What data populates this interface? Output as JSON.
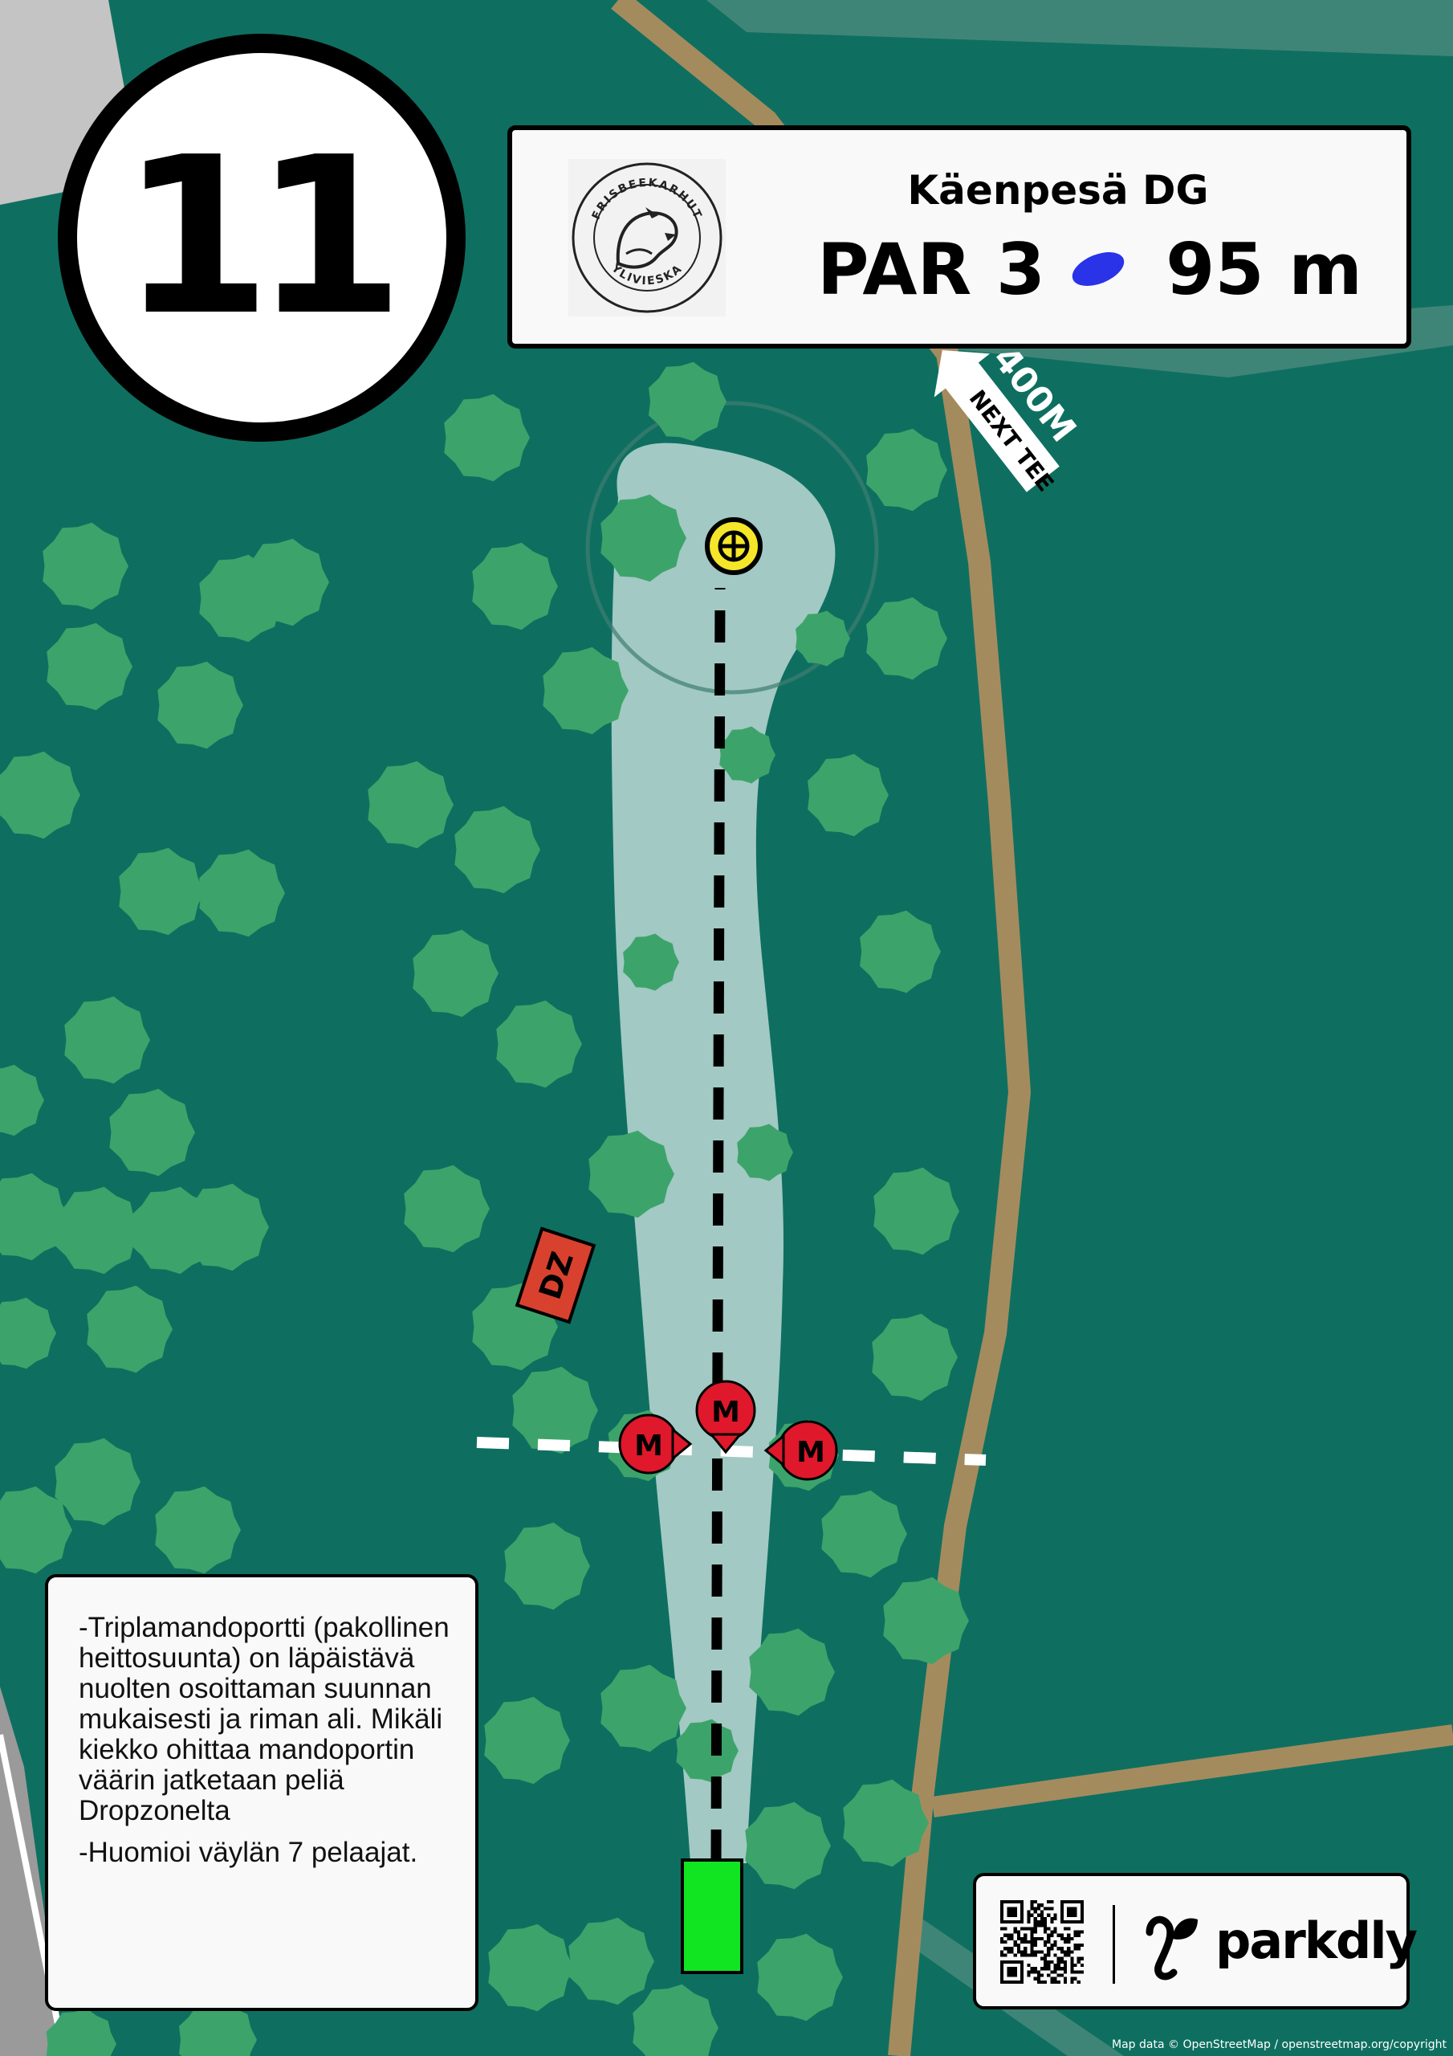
{
  "hole": {
    "number": "11"
  },
  "course": {
    "name": "Käenpesä DG",
    "par": "PAR 3",
    "distance": "95 m",
    "logo_text_top": "FRISBEEKARHUT",
    "logo_text_bottom": "YLIVIESKA"
  },
  "next_tee": {
    "label": "NEXT TEE",
    "distance": "400M"
  },
  "map_labels": {
    "dropzone": "DZ",
    "mando": "M"
  },
  "notes": [
    "-Triplamandoportti (pakollinen heittosuunta) on läpäistävä nuolten osoittaman suunnan mukaisesti ja riman ali. Mikäli kiekko ohittaa mandoportin väärin jatketaan peliä Dropzonelta",
    "-Huomioi väylän 7 pelaajat."
  ],
  "brand": {
    "name": "parkdly"
  },
  "attribution": "Map data © OpenStreetMap / openstreetmap.org/copyright",
  "colors": {
    "background": "#0e6f60",
    "trees": "#3ca46a",
    "fairway": "#a2c9c3",
    "path": "#a48b5e",
    "tee": "#11e522",
    "basket": "#f5e629",
    "mando": "#e0182b",
    "dropzone": "#d9412f",
    "disc": "#2a33e8"
  },
  "icons": [
    "basket-icon",
    "tee-pad-icon",
    "mando-icon",
    "dropzone-icon",
    "disc-icon",
    "qr-code-icon",
    "parkdly-logo-icon",
    "next-tee-arrow-icon"
  ]
}
